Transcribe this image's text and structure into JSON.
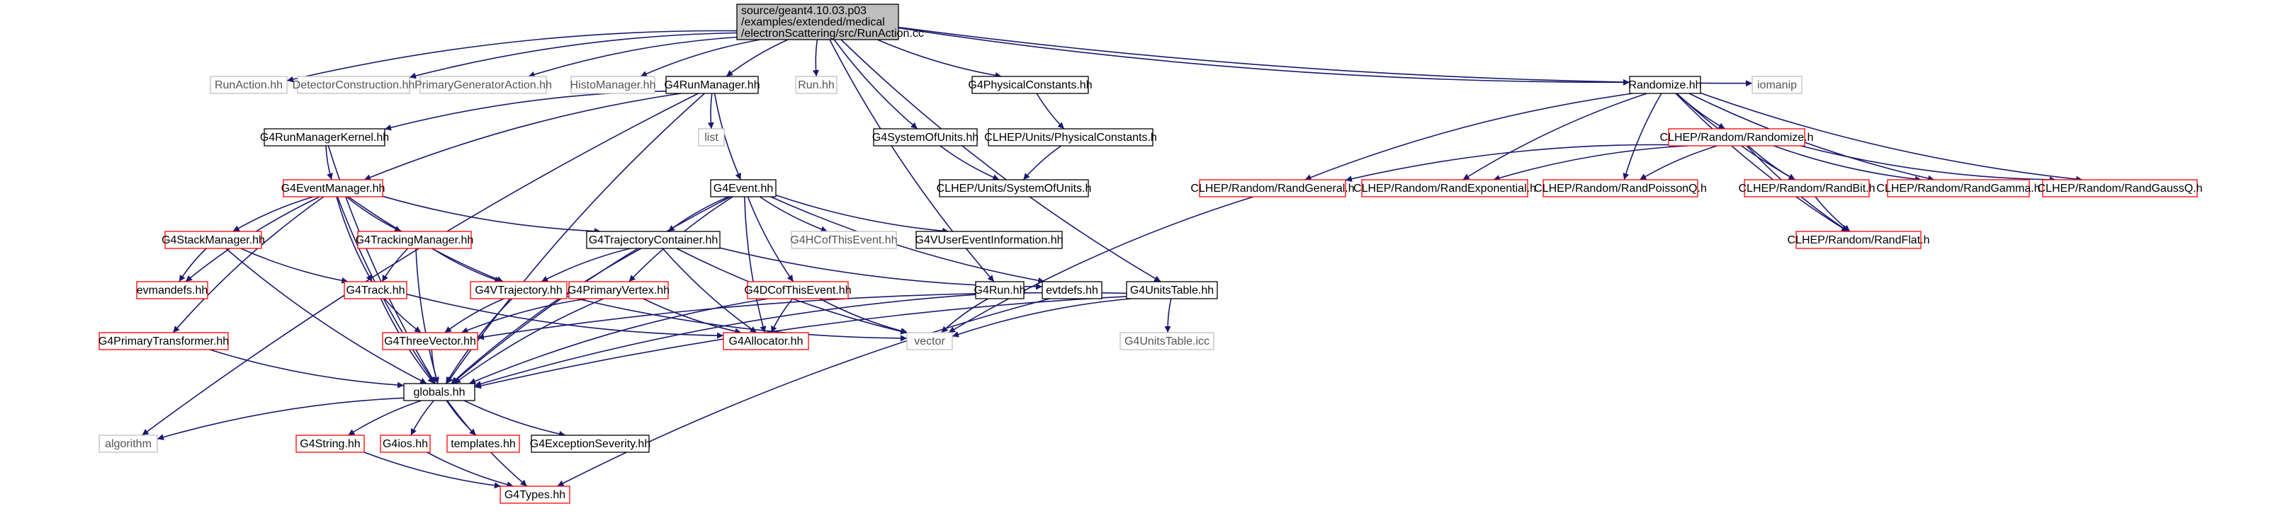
{
  "diagram": {
    "colors": {
      "background": "#ffffff",
      "edge": "#191970",
      "border_black": "#000000",
      "border_red": "#ff0000",
      "border_grey": "#bfbfbf",
      "root_fill": "#bfbfbf",
      "text": "#000000",
      "text_grey": "#555555"
    },
    "nodes": [
      {
        "id": "root",
        "style": "root",
        "lines": [
          "source/geant4.10.03.p03",
          "/examples/extended/medical",
          "/electronScattering/src/RunAction.cc"
        ]
      },
      {
        "id": "RunAction",
        "style": "grey",
        "lines": [
          "RunAction.hh"
        ]
      },
      {
        "id": "DetectorConstruction",
        "style": "grey",
        "lines": [
          "DetectorConstruction.hh"
        ]
      },
      {
        "id": "PrimaryGeneratorAction",
        "style": "grey",
        "lines": [
          "PrimaryGeneratorAction.hh"
        ]
      },
      {
        "id": "HistoManager",
        "style": "grey",
        "lines": [
          "HistoManager.hh"
        ]
      },
      {
        "id": "G4RunManager",
        "style": "black",
        "lines": [
          "G4RunManager.hh"
        ]
      },
      {
        "id": "Run",
        "style": "grey",
        "lines": [
          "Run.hh"
        ]
      },
      {
        "id": "G4PhysicalConstants",
        "style": "black",
        "lines": [
          "G4PhysicalConstants.hh"
        ]
      },
      {
        "id": "Randomize",
        "style": "black",
        "lines": [
          "Randomize.hh"
        ]
      },
      {
        "id": "iomanip",
        "style": "grey",
        "lines": [
          "iomanip"
        ]
      },
      {
        "id": "G4RunManagerKernel",
        "style": "black",
        "lines": [
          "G4RunManagerKernel.hh"
        ]
      },
      {
        "id": "list",
        "style": "grey",
        "lines": [
          "list"
        ]
      },
      {
        "id": "G4SystemOfUnits",
        "style": "black",
        "lines": [
          "G4SystemOfUnits.hh"
        ]
      },
      {
        "id": "CLHEPPhysicalConstants",
        "style": "black",
        "lines": [
          "CLHEP/Units/PhysicalConstants.h"
        ]
      },
      {
        "id": "CLHEPRandomize",
        "style": "red",
        "lines": [
          "CLHEP/Random/Randomize.h"
        ]
      },
      {
        "id": "G4EventManager",
        "style": "red",
        "lines": [
          "G4EventManager.hh"
        ]
      },
      {
        "id": "G4Event",
        "style": "black",
        "lines": [
          "G4Event.hh"
        ]
      },
      {
        "id": "CLHEPSystemOfUnits",
        "style": "black",
        "lines": [
          "CLHEP/Units/SystemOfUnits.h"
        ]
      },
      {
        "id": "RandGeneral",
        "style": "red",
        "lines": [
          "CLHEP/Random/RandGeneral.h"
        ]
      },
      {
        "id": "RandExponential",
        "style": "red",
        "lines": [
          "CLHEP/Random/RandExponential.h"
        ]
      },
      {
        "id": "RandPoissonQ",
        "style": "red",
        "lines": [
          "CLHEP/Random/RandPoissonQ.h"
        ]
      },
      {
        "id": "RandBit",
        "style": "red",
        "lines": [
          "CLHEP/Random/RandBit.h"
        ]
      },
      {
        "id": "RandGamma",
        "style": "red",
        "lines": [
          "CLHEP/Random/RandGamma.h"
        ]
      },
      {
        "id": "RandGaussQ",
        "style": "red",
        "lines": [
          "CLHEP/Random/RandGaussQ.h"
        ]
      },
      {
        "id": "G4StackManager",
        "style": "red",
        "lines": [
          "G4StackManager.hh"
        ]
      },
      {
        "id": "G4TrackingManager",
        "style": "red",
        "lines": [
          "G4TrackingManager.hh"
        ]
      },
      {
        "id": "G4TrajectoryContainer",
        "style": "black",
        "lines": [
          "G4TrajectoryContainer.hh"
        ]
      },
      {
        "id": "G4HCofThisEvent",
        "style": "grey",
        "lines": [
          "G4HCofThisEvent.hh"
        ]
      },
      {
        "id": "G4VUserEventInformation",
        "style": "black",
        "lines": [
          "G4VUserEventInformation.hh"
        ]
      },
      {
        "id": "RandFlat",
        "style": "red",
        "lines": [
          "CLHEP/Random/RandFlat.h"
        ]
      },
      {
        "id": "evmandefs",
        "style": "red",
        "lines": [
          "evmandefs.hh"
        ]
      },
      {
        "id": "G4Track",
        "style": "red",
        "lines": [
          "G4Track.hh"
        ]
      },
      {
        "id": "G4VTrajectory",
        "style": "red",
        "lines": [
          "G4VTrajectory.hh"
        ]
      },
      {
        "id": "G4PrimaryVertex",
        "style": "red",
        "lines": [
          "G4PrimaryVertex.hh"
        ]
      },
      {
        "id": "G4DCofThisEvent",
        "style": "red",
        "lines": [
          "G4DCofThisEvent.hh"
        ]
      },
      {
        "id": "evtdefs",
        "style": "black",
        "lines": [
          "evtdefs.hh"
        ]
      },
      {
        "id": "G4Run",
        "style": "black",
        "lines": [
          "G4Run.hh"
        ]
      },
      {
        "id": "G4UnitsTable",
        "style": "black",
        "lines": [
          "G4UnitsTable.hh"
        ]
      },
      {
        "id": "G4PrimaryTransformer",
        "style": "red",
        "lines": [
          "G4PrimaryTransformer.hh"
        ]
      },
      {
        "id": "G4ThreeVector",
        "style": "red",
        "lines": [
          "G4ThreeVector.hh"
        ]
      },
      {
        "id": "G4Allocator",
        "style": "red",
        "lines": [
          "G4Allocator.hh"
        ]
      },
      {
        "id": "vector",
        "style": "grey",
        "lines": [
          "vector"
        ]
      },
      {
        "id": "G4UnitsTableIcc",
        "style": "grey",
        "lines": [
          "G4UnitsTable.icc"
        ]
      },
      {
        "id": "globals",
        "style": "black",
        "lines": [
          "globals.hh"
        ]
      },
      {
        "id": "algorithm",
        "style": "grey",
        "lines": [
          "algorithm"
        ]
      },
      {
        "id": "G4String",
        "style": "red",
        "lines": [
          "G4String.hh"
        ]
      },
      {
        "id": "G4ios",
        "style": "red",
        "lines": [
          "G4ios.hh"
        ]
      },
      {
        "id": "templates",
        "style": "red",
        "lines": [
          "templates.hh"
        ]
      },
      {
        "id": "G4ExceptionSeverity",
        "style": "black",
        "lines": [
          "G4ExceptionSeverity.hh"
        ]
      },
      {
        "id": "G4Types",
        "style": "red",
        "lines": [
          "G4Types.hh"
        ]
      }
    ],
    "edges": [
      [
        "root",
        "RunAction"
      ],
      [
        "root",
        "DetectorConstruction"
      ],
      [
        "root",
        "PrimaryGeneratorAction"
      ],
      [
        "root",
        "HistoManager"
      ],
      [
        "root",
        "G4RunManager"
      ],
      [
        "root",
        "Run"
      ],
      [
        "root",
        "G4PhysicalConstants"
      ],
      [
        "root",
        "Randomize"
      ],
      [
        "root",
        "iomanip"
      ],
      [
        "root",
        "G4SystemOfUnits"
      ],
      [
        "root",
        "G4UnitsTable"
      ],
      [
        "root",
        "G4Run"
      ],
      [
        "G4RunManager",
        "G4RunManagerKernel"
      ],
      [
        "G4RunManager",
        "list"
      ],
      [
        "G4RunManager",
        "G4Event"
      ],
      [
        "G4RunManager",
        "G4EventManager"
      ],
      [
        "G4RunManager",
        "globals"
      ],
      [
        "G4RunManager",
        "algorithm"
      ],
      [
        "G4RunManagerKernel",
        "G4EventManager"
      ],
      [
        "G4RunManagerKernel",
        "globals"
      ],
      [
        "G4PhysicalConstants",
        "CLHEPPhysicalConstants"
      ],
      [
        "CLHEPPhysicalConstants",
        "CLHEPSystemOfUnits"
      ],
      [
        "G4SystemOfUnits",
        "CLHEPSystemOfUnits"
      ],
      [
        "Randomize",
        "CLHEPRandomize"
      ],
      [
        "Randomize",
        "RandGeneral"
      ],
      [
        "Randomize",
        "RandExponential"
      ],
      [
        "Randomize",
        "RandPoissonQ"
      ],
      [
        "Randomize",
        "RandBit"
      ],
      [
        "Randomize",
        "RandGamma"
      ],
      [
        "Randomize",
        "RandGaussQ"
      ],
      [
        "Randomize",
        "RandFlat"
      ],
      [
        "CLHEPRandomize",
        "RandGeneral"
      ],
      [
        "CLHEPRandomize",
        "RandExponential"
      ],
      [
        "CLHEPRandomize",
        "RandPoissonQ"
      ],
      [
        "CLHEPRandomize",
        "RandBit"
      ],
      [
        "CLHEPRandomize",
        "RandGamma"
      ],
      [
        "CLHEPRandomize",
        "RandGaussQ"
      ],
      [
        "CLHEPRandomize",
        "RandFlat"
      ],
      [
        "RandBit",
        "RandFlat"
      ],
      [
        "RandGeneral",
        "vector"
      ],
      [
        "G4EventManager",
        "G4StackManager"
      ],
      [
        "G4EventManager",
        "G4TrackingManager"
      ],
      [
        "G4EventManager",
        "G4TrajectoryContainer"
      ],
      [
        "G4EventManager",
        "evmandefs"
      ],
      [
        "G4EventManager",
        "G4Track"
      ],
      [
        "G4EventManager",
        "G4VTrajectory"
      ],
      [
        "G4EventManager",
        "G4PrimaryTransformer"
      ],
      [
        "G4EventManager",
        "globals"
      ],
      [
        "G4Event",
        "globals"
      ],
      [
        "G4Event",
        "G4TrajectoryContainer"
      ],
      [
        "G4Event",
        "G4HCofThisEvent"
      ],
      [
        "G4Event",
        "G4VUserEventInformation"
      ],
      [
        "G4Event",
        "G4PrimaryVertex"
      ],
      [
        "G4Event",
        "G4DCofThisEvent"
      ],
      [
        "G4Event",
        "evtdefs"
      ],
      [
        "G4Event",
        "G4Allocator"
      ],
      [
        "G4StackManager",
        "evmandefs"
      ],
      [
        "G4StackManager",
        "G4Track"
      ],
      [
        "G4StackManager",
        "globals"
      ],
      [
        "G4TrackingManager",
        "G4Track"
      ],
      [
        "G4TrackingManager",
        "G4VTrajectory"
      ],
      [
        "G4TrackingManager",
        "globals"
      ],
      [
        "G4TrajectoryContainer",
        "G4VTrajectory"
      ],
      [
        "G4TrajectoryContainer",
        "G4Allocator"
      ],
      [
        "G4TrajectoryContainer",
        "vector"
      ],
      [
        "G4TrajectoryContainer",
        "globals"
      ],
      [
        "G4TrajectoryContainer",
        "evtdefs"
      ],
      [
        "G4Track",
        "G4ThreeVector"
      ],
      [
        "G4Track",
        "G4Allocator"
      ],
      [
        "G4Track",
        "globals"
      ],
      [
        "G4VTrajectory",
        "G4ThreeVector"
      ],
      [
        "G4VTrajectory",
        "globals"
      ],
      [
        "G4VTrajectory",
        "vector"
      ],
      [
        "G4PrimaryVertex",
        "G4ThreeVector"
      ],
      [
        "G4PrimaryVertex",
        "G4Allocator"
      ],
      [
        "G4PrimaryVertex",
        "globals"
      ],
      [
        "G4DCofThisEvent",
        "G4Allocator"
      ],
      [
        "G4DCofThisEvent",
        "vector"
      ],
      [
        "G4DCofThisEvent",
        "globals"
      ],
      [
        "G4Run",
        "vector"
      ],
      [
        "G4Run",
        "globals"
      ],
      [
        "evtdefs",
        "G4Types"
      ],
      [
        "G4UnitsTable",
        "globals"
      ],
      [
        "G4UnitsTable",
        "G4ThreeVector"
      ],
      [
        "G4UnitsTable",
        "vector"
      ],
      [
        "G4UnitsTable",
        "G4UnitsTableIcc"
      ],
      [
        "G4PrimaryTransformer",
        "globals"
      ],
      [
        "G4ThreeVector",
        "globals"
      ],
      [
        "globals",
        "algorithm"
      ],
      [
        "globals",
        "G4String"
      ],
      [
        "globals",
        "G4ios"
      ],
      [
        "globals",
        "templates"
      ],
      [
        "globals",
        "G4ExceptionSeverity"
      ],
      [
        "globals",
        "G4Types"
      ],
      [
        "G4String",
        "G4Types"
      ],
      [
        "G4ios",
        "G4Types"
      ]
    ]
  }
}
